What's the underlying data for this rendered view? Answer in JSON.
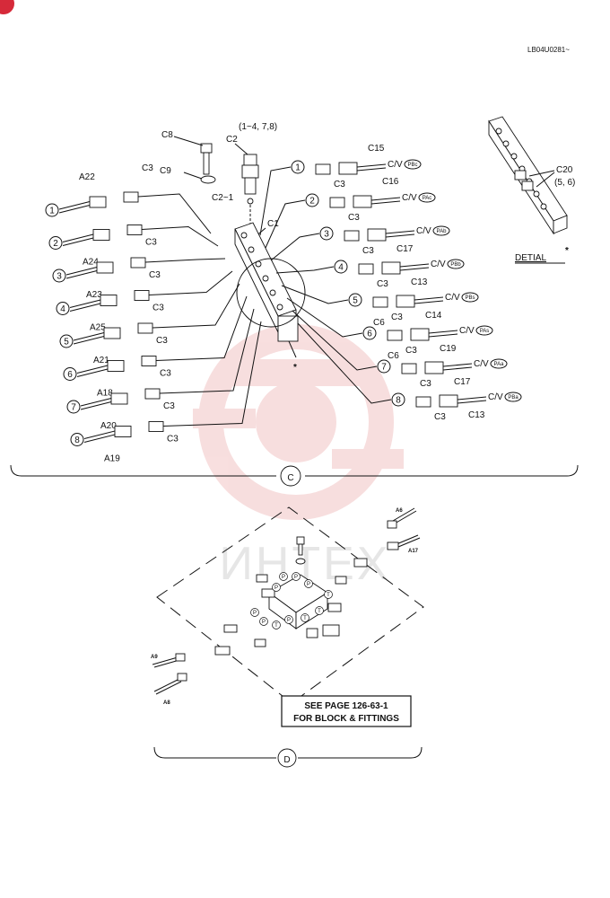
{
  "drawing_code": "LB04U0281~",
  "top_labels": {
    "c2_group": "(1~4, 7,8)",
    "c8": "C8",
    "c2": "C2",
    "c9": "C9",
    "c2_1": "C2~1",
    "c1": "C1",
    "asterisk": "*"
  },
  "hoses_left": [
    {
      "num": "1",
      "name": "A22",
      "fitting": "C3"
    },
    {
      "num": "2",
      "name": "A24",
      "fitting": "C3"
    },
    {
      "num": "3",
      "name": "A23",
      "fitting": "C3"
    },
    {
      "num": "4",
      "name": "A25",
      "fitting": "C3"
    },
    {
      "num": "5",
      "name": "A21",
      "fitting": "C3"
    },
    {
      "num": "6",
      "name": "A18",
      "fitting": "C3"
    },
    {
      "num": "7",
      "name": "A20",
      "fitting": "C3"
    },
    {
      "num": "8",
      "name": "A19",
      "fitting": "C3"
    }
  ],
  "hoses_right": [
    {
      "num": "1",
      "cv": "C/V",
      "port": "PBc",
      "fitting": "C3",
      "hose": "C15"
    },
    {
      "num": "2",
      "cv": "C/V",
      "port": "PAc",
      "fitting": "C3",
      "hose": "C16"
    },
    {
      "num": "3",
      "cv": "C/V",
      "port": "PAb",
      "fitting": "C3",
      "hose": "C17"
    },
    {
      "num": "4",
      "cv": "C/V",
      "port": "PBb",
      "fitting": "C3",
      "hose": "C13"
    },
    {
      "num": "5",
      "cv": "C/V",
      "port": "PBs",
      "fitting": "C6",
      "fitting2": "C3",
      "hose": "C14"
    },
    {
      "num": "6",
      "cv": "C/V",
      "port": "PAs",
      "fitting": "C6",
      "fitting2": "C3",
      "hose": "C19"
    },
    {
      "num": "7",
      "cv": "C/V",
      "port": "PAa",
      "fitting": "C3",
      "hose": "C17"
    },
    {
      "num": "8",
      "cv": "C/V",
      "port": "PBa",
      "fitting": "C3",
      "hose": "C13"
    }
  ],
  "detail": {
    "title": "DETIAL",
    "asterisk": "*",
    "part": "C20",
    "part_sub": "(5, 6)"
  },
  "section_c": "C",
  "section_d": "D",
  "lower": {
    "a6": "A6",
    "a17": "A17",
    "a9": "A9",
    "a8": "A8",
    "port_p": "P",
    "port_t": "T",
    "note_line1": "SEE PAGE 126-63-1",
    "note_line2": "FOR BLOCK & FITTINGS"
  },
  "watermark": "ИНТЕХ",
  "colors": {
    "line": "#111111",
    "watermark": "#f2c4c4",
    "badge": "#d62a3a"
  }
}
